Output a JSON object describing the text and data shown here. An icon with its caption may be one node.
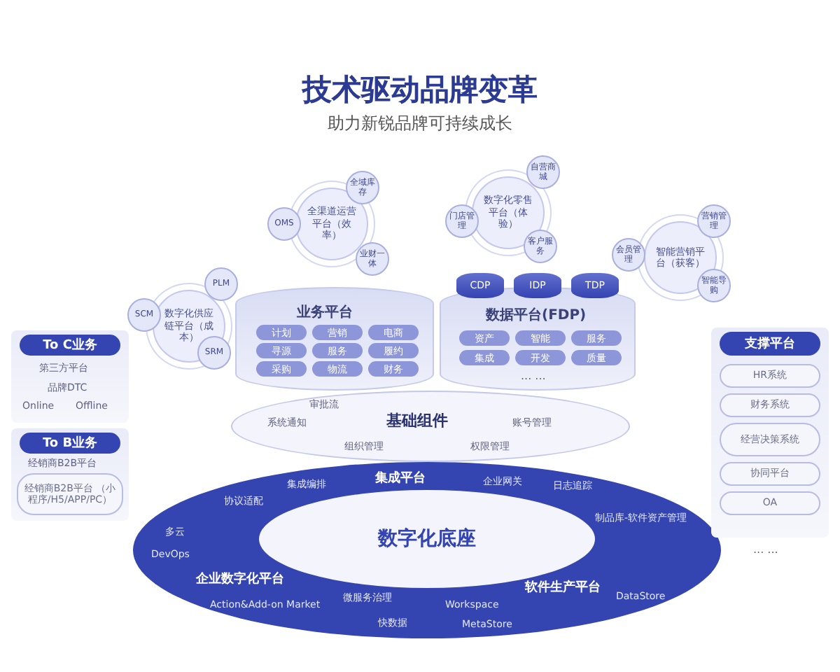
{
  "diagram": {
    "title": "技术驱动品牌变革",
    "nodes": [
      {
        "text": [
          "数字化供应链平台（成本）"
        ]
      },
      {
        "text": [
          "PLM"
        ]
      },
      {
        "text": [
          "SCM"
        ]
      },
      {
        "text": [
          "SRM"
        ]
      },
      {
        "text": [
          "全渠道运营平台（效率）"
        ]
      },
      {
        "text": [
          "OMS"
        ]
      },
      {
        "text": [
          "全域库存"
        ]
      },
      {
        "text": [
          "业财一体"
        ]
      },
      {
        "text": [
          "数字化零售平台（体验）"
        ]
      },
      {
        "text": [
          "自营商城"
        ]
      },
      {
        "text": [
          "门店管理"
        ]
      },
      {
        "text": [
          "客户服务"
        ]
      },
      {
        "text": [
          "智能营销平台（获客）"
        ]
      },
      {
        "text": [
          "营销管理"
        ]
      },
      {
        "text": [
          "会员管理"
        ]
      },
      {
        "text": [
          "智能导购"
        ]
      },
      {
        "text": [
          "To C业务",
          "第三方平台",
          "品牌DTC",
          "Online",
          "Offline"
        ]
      },
      {
        "text": [
          "To B业务",
          "经销商B2B平台"
        ]
      },
      {
        "text": [
          "经销商B2B平台 （小程序/H5/APP/PC）"
        ],
        "in": 17
      },
      {
        "text": [
          "支撑平台"
        ]
      },
      {
        "text": [
          "HR系统"
        ],
        "in": 19
      },
      {
        "text": [
          "财务系统"
        ],
        "in": 19
      },
      {
        "text": [
          "经营决策系统"
        ],
        "in": 19
      },
      {
        "text": [
          "协同平台"
        ],
        "in": 19
      },
      {
        "text": [
          "OA"
        ],
        "in": 19
      },
      {
        "text": [
          "业务平台"
        ]
      },
      {
        "text": [
          "计划"
        ],
        "in": 25
      },
      {
        "text": [
          "营销"
        ],
        "in": 25
      },
      {
        "text": [
          "电商"
        ],
        "in": 25
      },
      {
        "text": [
          "寻源"
        ],
        "in": 25
      },
      {
        "text": [
          "服务"
        ],
        "in": 25
      },
      {
        "text": [
          "履约"
        ],
        "in": 25
      },
      {
        "text": [
          "采购"
        ],
        "in": 25
      },
      {
        "text": [
          "物流"
        ],
        "in": 25
      },
      {
        "text": [
          "财务"
        ],
        "in": 25
      },
      {
        "text": [
          "数据平台(FDP)"
        ]
      },
      {
        "text": [
          "CDP"
        ]
      },
      {
        "text": [
          "IDP"
        ]
      },
      {
        "text": [
          "TDP"
        ]
      },
      {
        "text": [
          "资产"
        ],
        "in": 35
      },
      {
        "text": [
          "智能"
        ],
        "in": 35
      },
      {
        "text": [
          "服务"
        ],
        "in": 35
      },
      {
        "text": [
          "集成"
        ],
        "in": 35
      },
      {
        "text": [
          "开发"
        ],
        "in": 35
      },
      {
        "text": [
          "质量"
        ],
        "in": 35
      },
      {
        "text": [
          "基础组件",
          "审批流",
          "系统通知",
          "组织管理",
          "权限管理",
          "账号管理"
        ]
      },
      {
        "text": [
          "数字化底座"
        ]
      }
    ],
    "labels": [
      "助力新锐品牌可持续成长",
      "... ...",
      "... ...",
      "协议适配",
      "集成编排",
      "集成平台",
      "企业网关",
      "日志追踪",
      "制品库-软件资产管理",
      "多云",
      "DevOps",
      "企业数字化平台",
      "Action&Add-on Market",
      "微服务治理",
      "快数据",
      "Workspace",
      "MetaStore",
      "软件生产平台",
      "DataStore"
    ]
  }
}
